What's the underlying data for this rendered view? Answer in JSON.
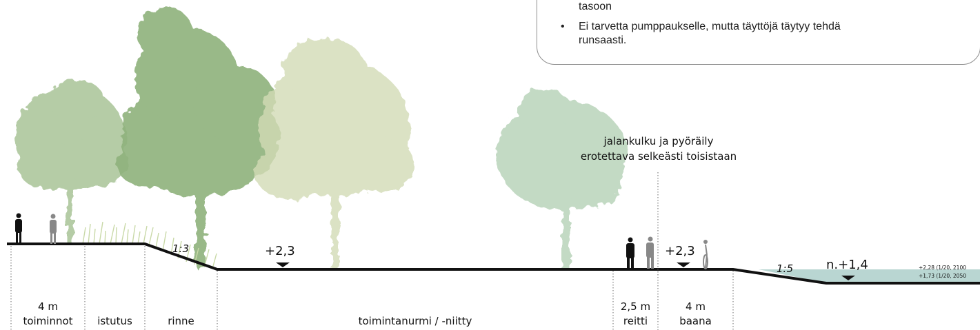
{
  "infobox": {
    "bullets": [
      {
        "lines": [
          "tasoon"
        ]
      },
      {
        "lines": [
          "Ei tarvetta pumppaukselle, mutta täyttöjä täytyy tehdä",
          "runsaasti."
        ]
      }
    ],
    "bullet_char": "•"
  },
  "annotation": {
    "line1": "jalankulku ja pyöräily",
    "line2": "erotettava selkeästi toisistaan"
  },
  "slopes": {
    "left": "1:3",
    "right": "1:5"
  },
  "levels": {
    "lawn": "+2,3",
    "baana": "+2,3",
    "water": "n.+1,4",
    "flood_1": "+2,28 (1/20, 2100",
    "flood_2": "+1,73 (1/20, 2050"
  },
  "zones": [
    {
      "width": "4 m",
      "name": "toiminnot"
    },
    {
      "width": "",
      "name": "istutus"
    },
    {
      "width": "",
      "name": "rinne"
    },
    {
      "width": "",
      "name": "toimintanurmi / -niitty"
    },
    {
      "width": "2,5 m",
      "name": "reitti"
    },
    {
      "width": "4 m",
      "name": "baana"
    }
  ],
  "colors": {
    "ground": "#111111",
    "tree_light": "#a9c497",
    "tree_mid": "#8fb27c",
    "tree_pale": "#d3dbb6",
    "tree_blue": "#b5d1b6",
    "water": "#b9d6d2",
    "grass": "#c9d9a8"
  }
}
